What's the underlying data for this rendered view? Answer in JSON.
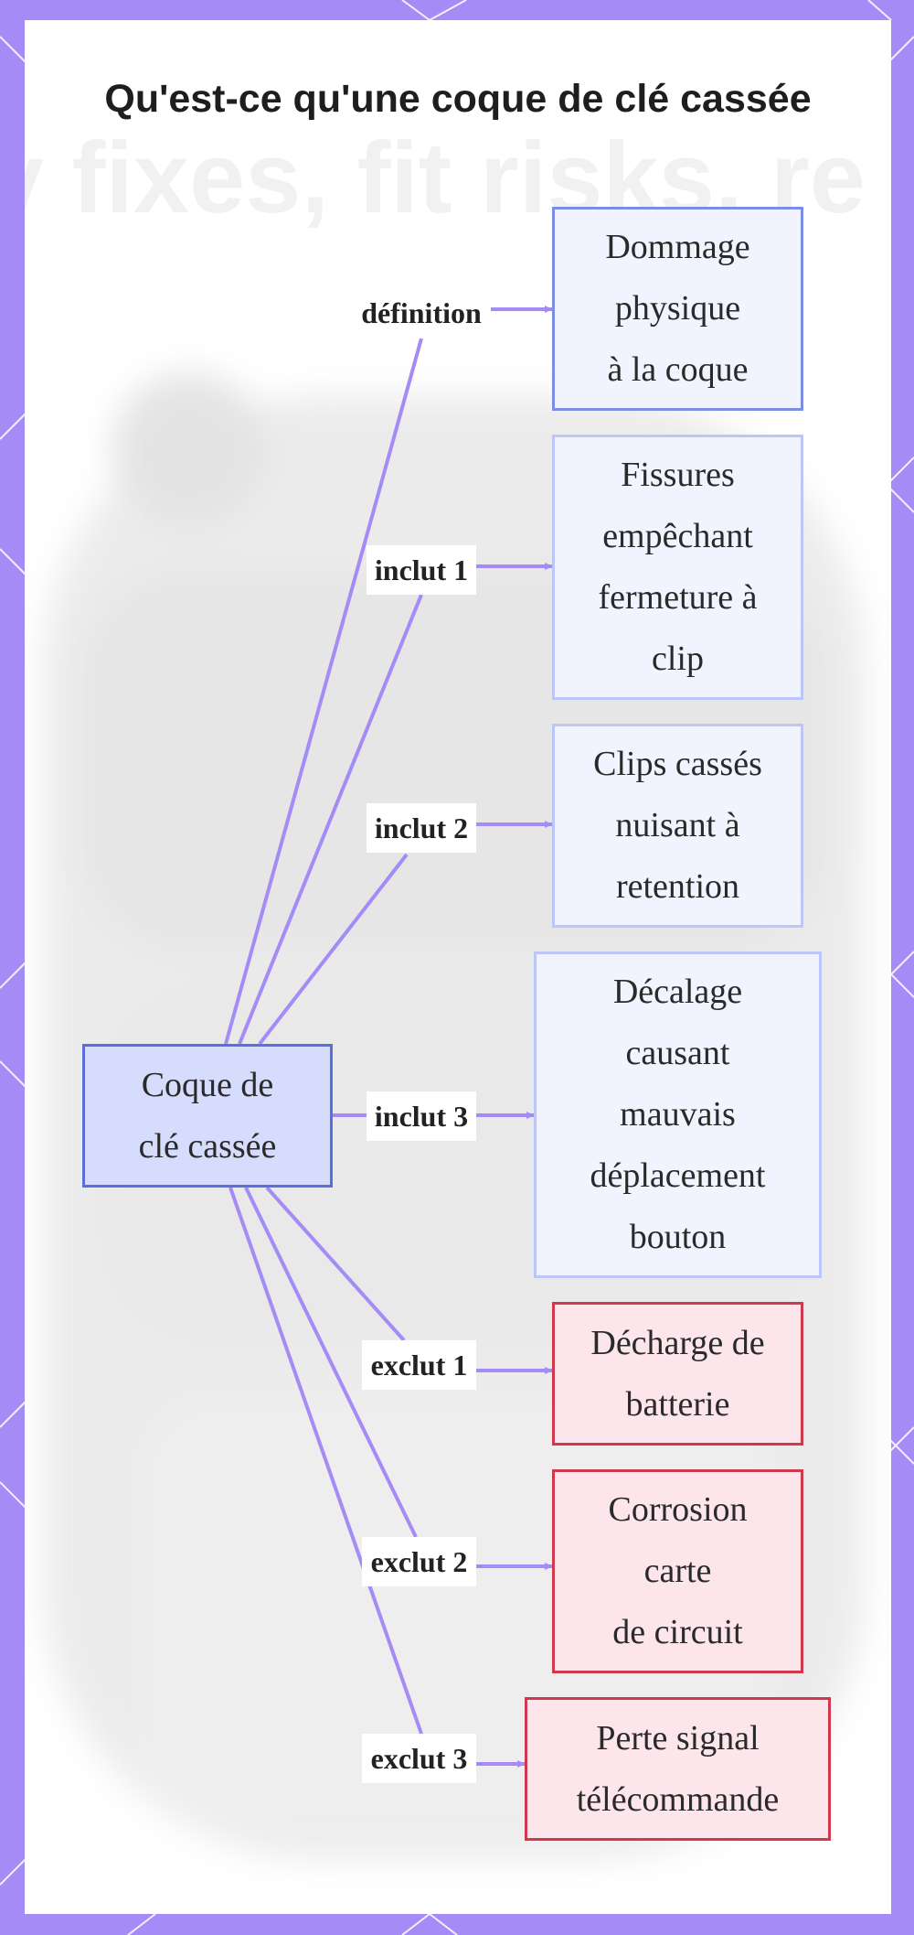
{
  "title": "Qu'est-ce qu'une coque de clé cassée",
  "colors": {
    "frame": "#a58bf5",
    "edge": "#a58bf5",
    "center_fill": "#d6dcfc",
    "center_border": "#5a6fd8",
    "include_fill": "#f1f4fe",
    "include_border": "#bcc6f7",
    "exclude_fill": "#fde6eb",
    "exclude_border": "#d0384e"
  },
  "center_node": {
    "lines": [
      "Coque de",
      "clé cassée"
    ]
  },
  "branches": [
    {
      "label": "définition",
      "kind": "definition",
      "lines": [
        "Dommage",
        "physique",
        "à la coque"
      ]
    },
    {
      "label": "inclut 1",
      "kind": "include",
      "lines": [
        "Fissures",
        "empêchant",
        "fermeture à",
        "clip"
      ]
    },
    {
      "label": "inclut 2",
      "kind": "include",
      "lines": [
        "Clips cassés",
        "nuisant à",
        "retention"
      ]
    },
    {
      "label": "inclut 3",
      "kind": "include",
      "lines": [
        "Décalage",
        "causant",
        "mauvais",
        "déplacement",
        "bouton"
      ]
    },
    {
      "label": "exclut 1",
      "kind": "exclude",
      "lines": [
        "Décharge de",
        "batterie"
      ]
    },
    {
      "label": "exclut 2",
      "kind": "exclude",
      "lines": [
        "Corrosion",
        "carte",
        "de circuit"
      ]
    },
    {
      "label": "exclut 3",
      "kind": "exclude",
      "lines": [
        "Perte signal",
        "télécommande"
      ]
    }
  ]
}
